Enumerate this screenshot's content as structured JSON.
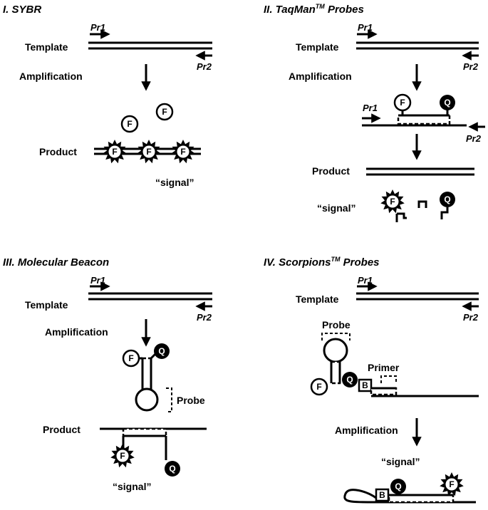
{
  "panels": {
    "sybr": {
      "title": "I. SYBR",
      "template_label": "Template",
      "amplification_label": "Amplification",
      "product_label": "Product",
      "signal_label": "“signal”",
      "pr1": "Pr1",
      "pr2": "Pr2"
    },
    "taqman": {
      "title_main": "II. TaqMan",
      "title_sup": "TM",
      "title_tail": " Probes",
      "template_label": "Template",
      "amplification_label": "Amplification",
      "product_label": "Product",
      "signal_label": "“signal”",
      "pr1": "Pr1",
      "pr2": "Pr2"
    },
    "beacon": {
      "title": "III. Molecular Beacon",
      "template_label": "Template",
      "amplification_label": "Amplification",
      "probe_label": "Probe",
      "product_label": "Product",
      "signal_label": "“signal”",
      "pr1": "Pr1",
      "pr2": "Pr2"
    },
    "scorpions": {
      "title_main": "IV. Scorpions",
      "title_sup": "TM",
      "title_tail": " Probes",
      "template_label": "Template",
      "probe_label": "Probe",
      "primer_label": "Primer",
      "amplification_label": "Amplification",
      "signal_label": "“signal”",
      "pr1": "Pr1",
      "pr2": "Pr2"
    }
  },
  "markers": {
    "fluorophore": "F",
    "quencher": "Q",
    "blocker": "B"
  }
}
